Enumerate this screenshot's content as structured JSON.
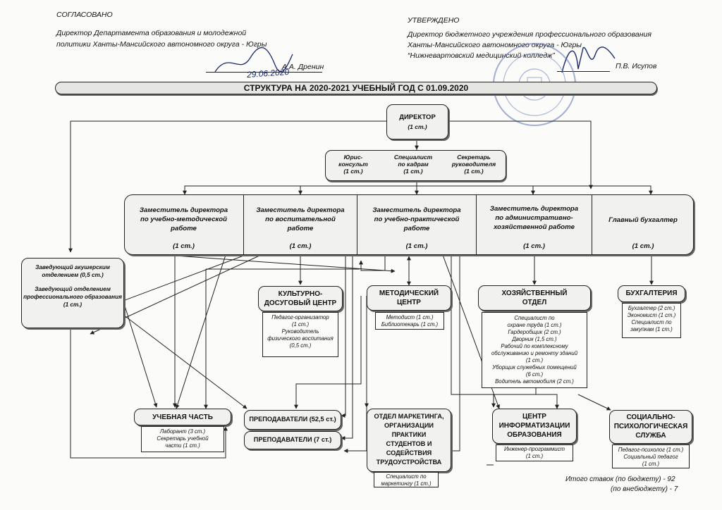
{
  "approval": {
    "left_label": "СОГЛАСОВАНО",
    "left_line1": "Директор Департамента образования и молодежной",
    "left_line2": "политики Ханты-Мансийского автономного округа - Югры",
    "left_name": "А.А. Дренин",
    "left_date": "29.06.2020",
    "right_label": "УТВЕРЖДЕНО",
    "right_line1": "Директор бюджетного учреждения профессионального образования",
    "right_line2": "Ханты-Мансийского автономного округа - Югры",
    "right_line3": "“Нижневартовский медицинский колледж”",
    "right_name": "П.В. Исупов"
  },
  "banner": {
    "title": "СТРУКТУРА НА 2020-2021 УЧЕБНЫЙ ГОД С 01.09.2020"
  },
  "director": {
    "title": "ДИРЕКТОР",
    "rate": "(1 ст.)"
  },
  "advisors": [
    {
      "l1": "Юрис-",
      "l2": "консульт",
      "rate": "(1 ст.)"
    },
    {
      "l1": "Специалист",
      "l2": "по кадрам",
      "rate": "(1 ст.)"
    },
    {
      "l1": "Секретарь",
      "l2": "руководителя",
      "rate": "(1 ст.)"
    }
  ],
  "deputies": [
    {
      "l1": "Заместитель директора",
      "l2": "по учебно-методической",
      "l3": "работе",
      "rate": "(1 ст.)"
    },
    {
      "l1": "Заместитель директора",
      "l2": "по воспитательной",
      "l3": "работе",
      "rate": "(1 ст.)"
    },
    {
      "l1": "Заместитель директора",
      "l2": "по учебно-практической",
      "l3": "работе",
      "rate": "(1 ст.)"
    },
    {
      "l1": "Заместитель директора",
      "l2": "по административно-",
      "l3": "хозяйственной работе",
      "rate": "(1 ст.)"
    },
    {
      "l1": "Главный бухгалтер",
      "l2": "",
      "l3": "",
      "rate": "(1 ст.)"
    }
  ],
  "heads": {
    "l1": "Заведующий акушерским",
    "l2": "отделением (0,5 ст.)",
    "l3": "Заведующий отделением",
    "l4": "профессионального образования",
    "l5": "(1 ст.)"
  },
  "kdc": {
    "t1": "КУЛЬТУРНО-",
    "t2": "ДОСУГОВЫЙ ЦЕНТР",
    "s1": "Педагог-организатор",
    "s2": "(1 ст.)",
    "s3": "Руководитель",
    "s4": "физического воспитания",
    "s5": "(0,5 ст.)"
  },
  "metod": {
    "t1": "МЕТОДИЧЕСКИЙ",
    "t2": "ЦЕНТР",
    "s1": "Методист (1 ст.)",
    "s2": "Библиотекарь (1 ст.)"
  },
  "hoz": {
    "t1": "ХОЗЯЙСТВЕННЫЙ",
    "t2": "ОТДЕЛ",
    "items": [
      "Специалист по",
      "охране труда (1 ст.)",
      "Гардеробщик (2 ст.)",
      "Дворник (1,5 ст.)",
      "Рабочий по комплексному",
      "обслуживанию и ремонту зданий",
      "(1 ст.)",
      "Уборщик служебных помещений",
      "(6 ст.)",
      "Водитель автомобиля (2 ст.)"
    ]
  },
  "buh": {
    "t1": "БУХГАЛТЕРИЯ",
    "s1": "Бухгалтер (2 ст.)",
    "s2": "Экономист (1 ст.)",
    "s3": "Специалист по",
    "s4": "закупкам (1 ст.)"
  },
  "uch": {
    "t1": "УЧЕБНАЯ ЧАСТЬ",
    "s1": "Лаборант (3 ст.)",
    "s2": "Секретарь учебной",
    "s3": "части (1 ст.)"
  },
  "prep1": {
    "t1": "ПРЕПОДАВАТЕЛИ (52,5 ст.)"
  },
  "prep2": {
    "t1": "ПРЕПОДАВАТЕЛИ (7 ст.)"
  },
  "market": {
    "t1": "ОТДЕЛ МАРКЕТИНГА,",
    "t2": "ОРГАНИЗАЦИИ",
    "t3": "ПРАКТИКИ",
    "t4": "СТУДЕНТОВ И",
    "t5": "СОДЕЙСТВИЯ",
    "t6": "ТРУДОУСТРОЙСТВА",
    "s1": "Специалист по",
    "s2": "маркетингу (1 ст.)"
  },
  "it": {
    "t1": "ЦЕНТР",
    "t2": "ИНФОРМАТИЗАЦИИ",
    "t3": "ОБРАЗОВАНИЯ",
    "s1": "Инженер-программист",
    "s2": "(1 ст.)"
  },
  "social": {
    "t1": "СОЦИАЛЬНО-",
    "t2": "ПСИХОЛОГИЧЕСКАЯ",
    "t3": "СЛУЖБА",
    "s1": "Педагог-психолог (1 ст.)",
    "s2": "Социальный педагог",
    "s3": "(1 ст.)"
  },
  "totals": {
    "l1": "Итого ставок (по бюджету) - 92",
    "l2": "(по внебюджету) - 7"
  },
  "colors": {
    "stamp": "#5a6fb5",
    "ink": "#1a2a6e"
  }
}
